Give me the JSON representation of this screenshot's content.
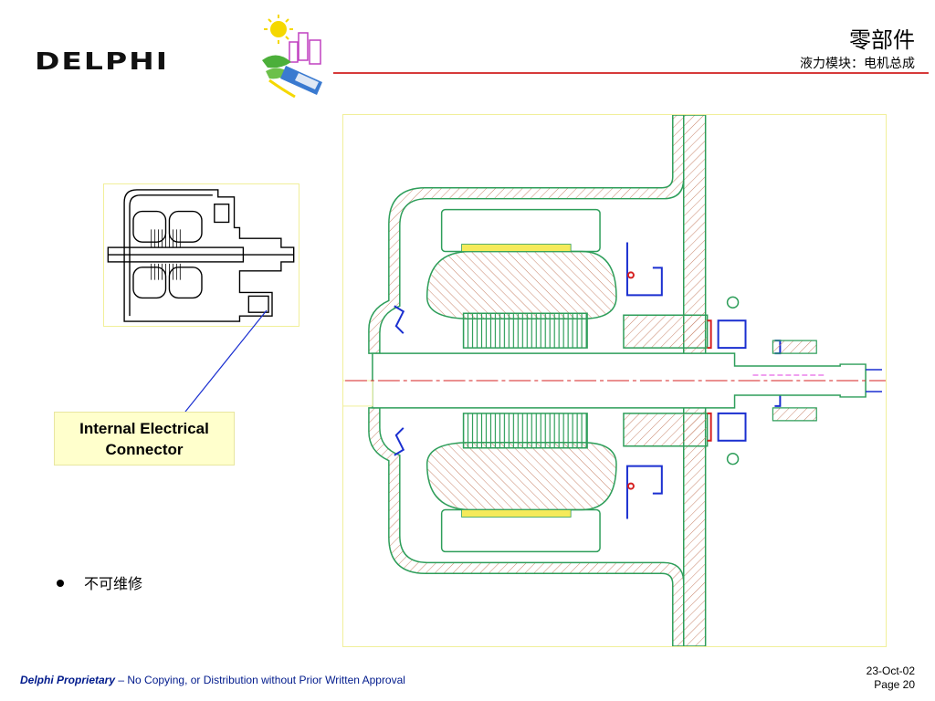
{
  "header": {
    "logo_text": "DELPHI",
    "title": "零部件",
    "subtitle": "液力模块：电机总成"
  },
  "callout": {
    "line1": "Internal Electrical",
    "line2": "Connector"
  },
  "bullets": [
    {
      "text": "不可维修"
    }
  ],
  "footer": {
    "proprietary": "Delphi Proprietary",
    "notice": " – No Copying, or Distribution without Prior Written Approval",
    "date": "23-Oct-02",
    "page": "Page 20"
  },
  "colors": {
    "brand_rule": "#d63a3a",
    "footer_text": "#001a8c",
    "callout_bg": "#ffffcc",
    "drawing_green": "#2e9e5a",
    "drawing_hatch": "#c8846a"
  }
}
